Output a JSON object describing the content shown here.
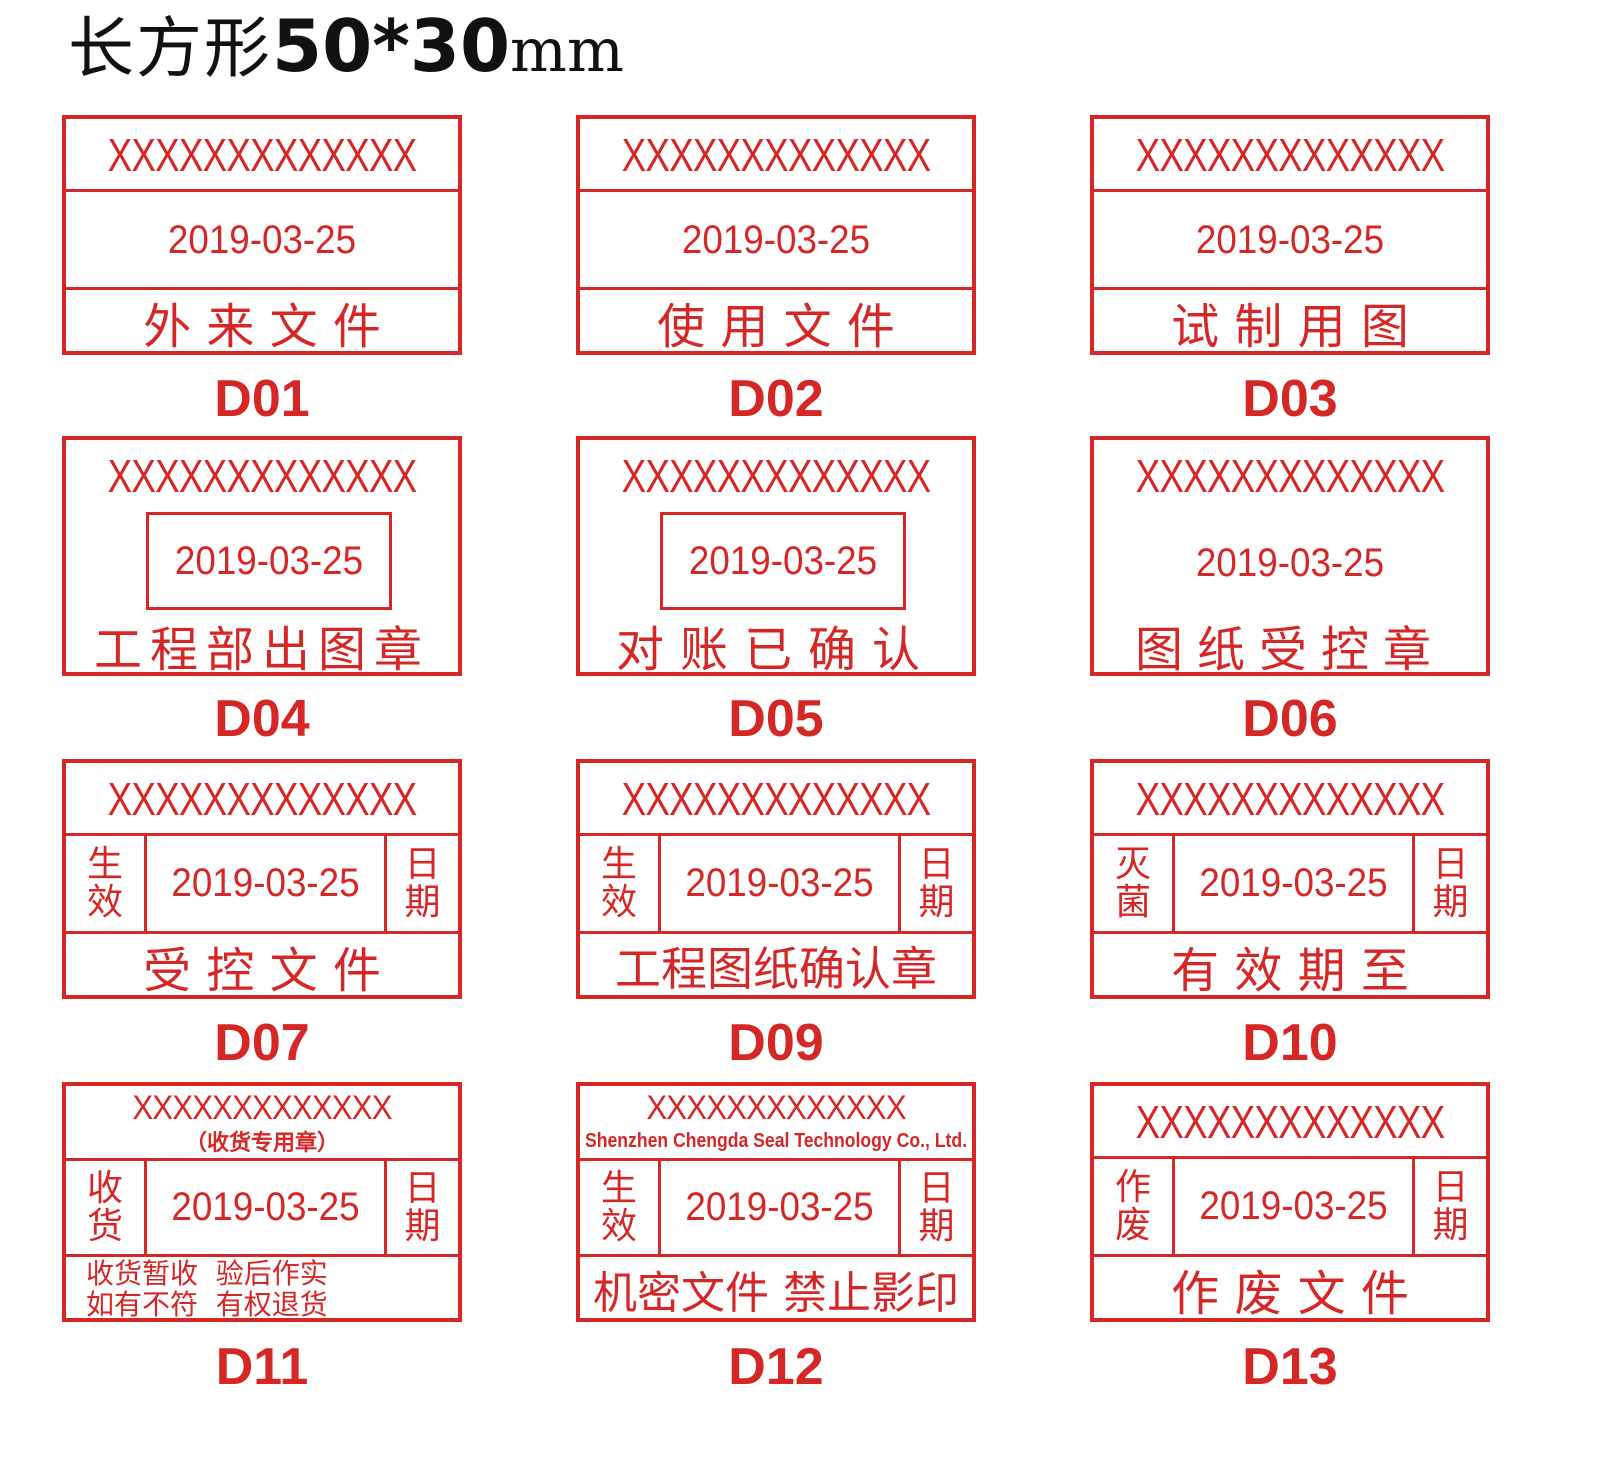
{
  "page": {
    "title_cn": "长方形",
    "title_size": "50*30",
    "title_unit": "mm"
  },
  "colors": {
    "stamp_red": "#d62727",
    "title_text": "#111111"
  },
  "stamps": [
    {
      "code": "D01",
      "company": "XXXXXXXXXXXXX",
      "date": "2019-03-25",
      "bottom": "外 来 文 件"
    },
    {
      "code": "D02",
      "company": "XXXXXXXXXXXXX",
      "date": "2019-03-25",
      "bottom": "使 用 文 件"
    },
    {
      "code": "D03",
      "company": "XXXXXXXXXXXXX",
      "date": "2019-03-25",
      "bottom": "试 制 用 图"
    },
    {
      "code": "D04",
      "company": "XXXXXXXXXXXXX",
      "date": "2019-03-25",
      "bottom": "工程部出图章"
    },
    {
      "code": "D05",
      "company": "XXXXXXXXXXXXX",
      "date": "2019-03-25",
      "bottom": "对账已确认"
    },
    {
      "code": "D06",
      "company": "XXXXXXXXXXXXX",
      "date": "2019-03-25",
      "bottom": "图纸受控章"
    },
    {
      "code": "D07",
      "company": "XXXXXXXXXXXXX",
      "date": "2019-03-25",
      "left": [
        "生",
        "效"
      ],
      "right": [
        "日",
        "期"
      ],
      "bottom": "受 控 文 件"
    },
    {
      "code": "D09",
      "company": "XXXXXXXXXXXXX",
      "date": "2019-03-25",
      "left": [
        "生",
        "效"
      ],
      "right": [
        "日",
        "期"
      ],
      "bottom": "工程图纸确认章"
    },
    {
      "code": "D10",
      "company": "XXXXXXXXXXXXX",
      "date": "2019-03-25",
      "left": [
        "灭",
        "菌"
      ],
      "right": [
        "日",
        "期"
      ],
      "bottom": "有 效 期 至"
    },
    {
      "code": "D11",
      "company": "XXXXXXXXXXXXX",
      "subtitle": "（收货专用章）",
      "date": "2019-03-25",
      "left": [
        "收",
        "货"
      ],
      "right": [
        "日",
        "期"
      ],
      "bottom_line1": "收货暂收  验后作实",
      "bottom_line2": "如有不符  有权退货"
    },
    {
      "code": "D12",
      "company": "XXXXXXXXXXXXX",
      "subtitle": "Shenzhen Chengda Seal Technology Co., Ltd.",
      "date": "2019-03-25",
      "left": [
        "生",
        "效"
      ],
      "right": [
        "日",
        "期"
      ],
      "bottom": "机密文件 禁止影印"
    },
    {
      "code": "D13",
      "company": "XXXXXXXXXXXXX",
      "date": "2019-03-25",
      "left": [
        "作",
        "废"
      ],
      "right": [
        "日",
        "期"
      ],
      "bottom": "作 废 文 件"
    }
  ]
}
